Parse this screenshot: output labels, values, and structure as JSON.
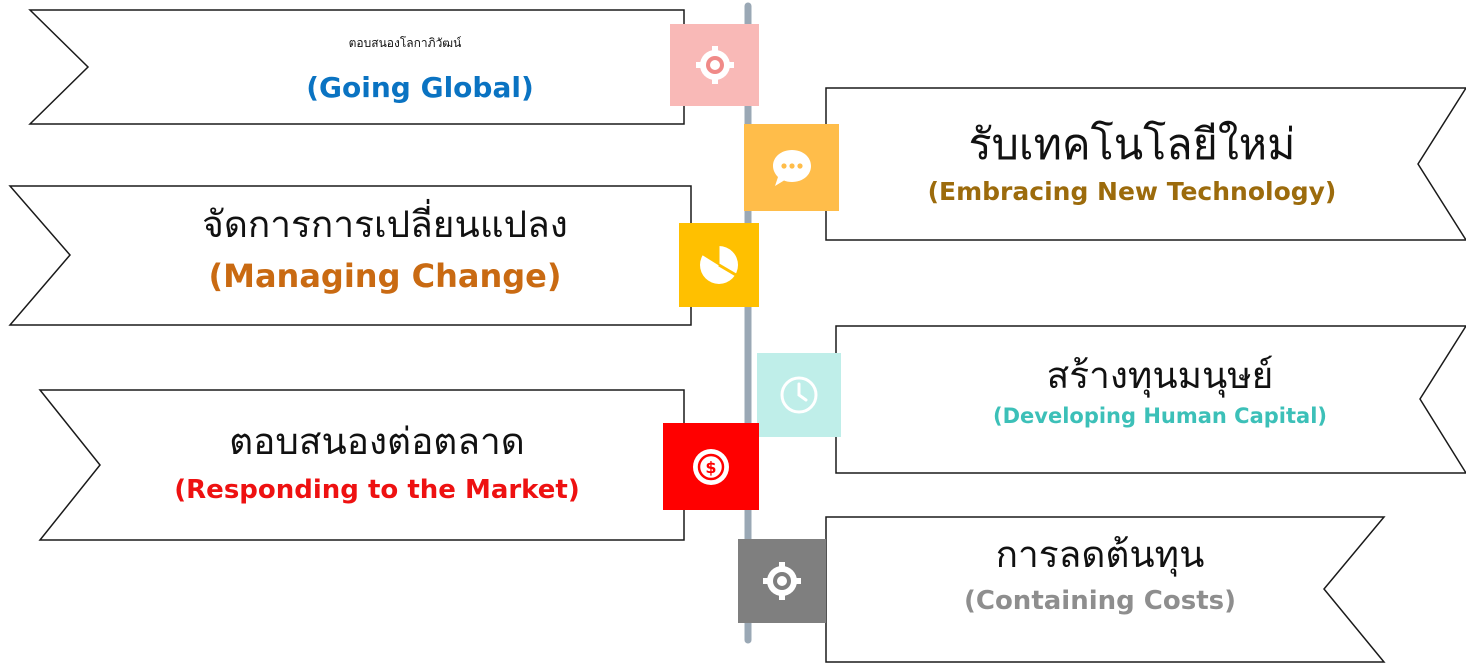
{
  "colors": {
    "axis": "#9aa8b5",
    "border": "#1a1a1a",
    "global": "#0a73c2",
    "technology": "#9c6b0c",
    "change": "#c96a12",
    "human": "#3cc0b8",
    "market": "#ee1111",
    "costs": "#8e8e8e"
  },
  "items": [
    {
      "id": "going-global",
      "title": "ตอบสนองโลกาภิวัฒน์",
      "subtitle": "(Going Global)",
      "icon": "gear-icon",
      "icon_bg": "#f9b9b7"
    },
    {
      "id": "embracing-technology",
      "title": "รับเทคโนโลยีใหม่",
      "subtitle": "(Embracing New Technology)",
      "icon": "chat-bubble-icon",
      "icon_bg": "#ffbd4a"
    },
    {
      "id": "managing-change",
      "title": "จัดการการเปลี่ยนแปลง",
      "subtitle": "(Managing Change)",
      "icon": "pie-chart-icon",
      "icon_bg": "#ffc000"
    },
    {
      "id": "developing-human-capital",
      "title": "สร้างทุนมนุษย์",
      "subtitle": "(Developing Human Capital)",
      "icon": "clock-icon",
      "icon_bg": "#bfeee9"
    },
    {
      "id": "responding-to-market",
      "title": "ตอบสนองต่อตลาด",
      "subtitle": "(Responding to the Market)",
      "icon": "dollar-coin-icon",
      "icon_bg": "#ff0000"
    },
    {
      "id": "containing-costs",
      "title": "การลดต้นทุน",
      "subtitle": "(Containing Costs)",
      "icon": "gear-icon",
      "icon_bg": "#7f7f7f"
    }
  ]
}
